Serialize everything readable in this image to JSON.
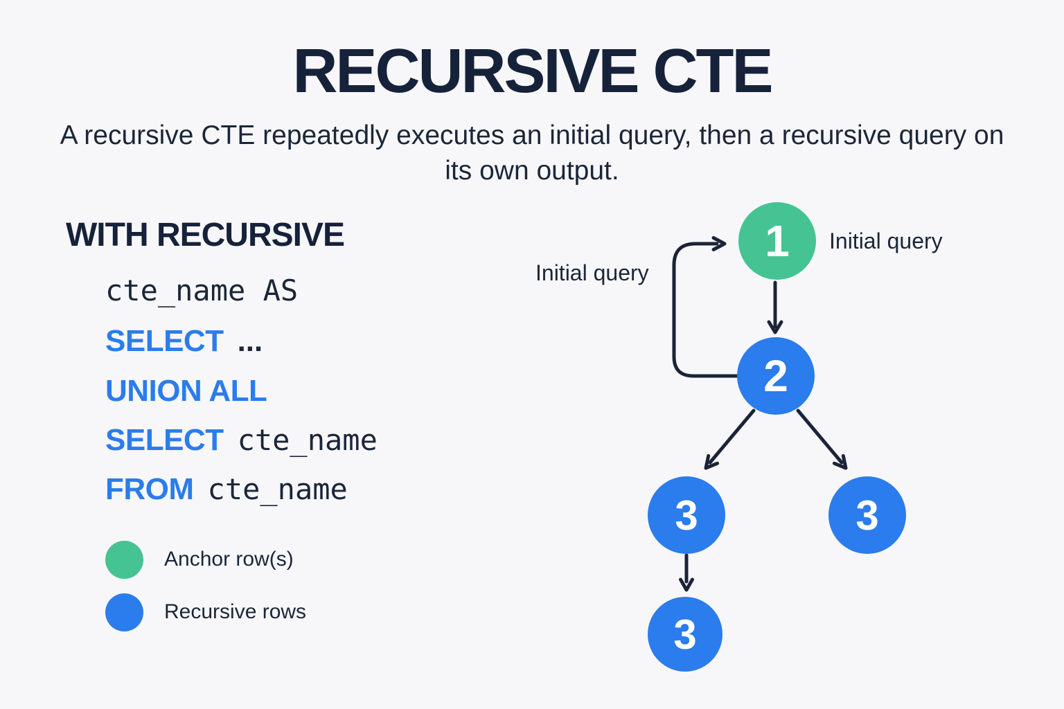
{
  "header": {
    "title": "RECURSIVE CTE",
    "subtitle": "A recursive CTE repeatedly executes an initial query, then a recursive query on its own output."
  },
  "code": {
    "heading": "WITH RECURSIVE",
    "line_cte": {
      "text": "cte_name AS"
    },
    "line_select1": {
      "keyword": "SELECT",
      "rest": "..."
    },
    "line_union": {
      "keyword": "UNION ALL"
    },
    "line_select2": {
      "keyword": "SELECT",
      "rest": "cte_name"
    },
    "line_from": {
      "keyword": "FROM",
      "rest": "cte_name"
    }
  },
  "legend": {
    "items": [
      {
        "label": "Anchor row(s)",
        "color": "#46C392"
      },
      {
        "label": "Recursive rows",
        "color": "#2B7CEC"
      }
    ]
  },
  "diagram": {
    "label_left": "Initial query",
    "label_right": "Initial query",
    "nodes": [
      {
        "label": "1",
        "type": "anchor"
      },
      {
        "label": "2",
        "type": "recursive"
      },
      {
        "label": "3",
        "type": "recursive"
      },
      {
        "label": "3",
        "type": "recursive"
      },
      {
        "label": "3",
        "type": "recursive"
      }
    ]
  },
  "colors": {
    "background": "#F7F7F9",
    "ink": "#1B2638",
    "title_ink": "#16213A",
    "accent_blue": "#2B7CEC",
    "accent_green": "#46C392",
    "arrow": "#1B2437",
    "node_text": "#FFFFFF"
  }
}
